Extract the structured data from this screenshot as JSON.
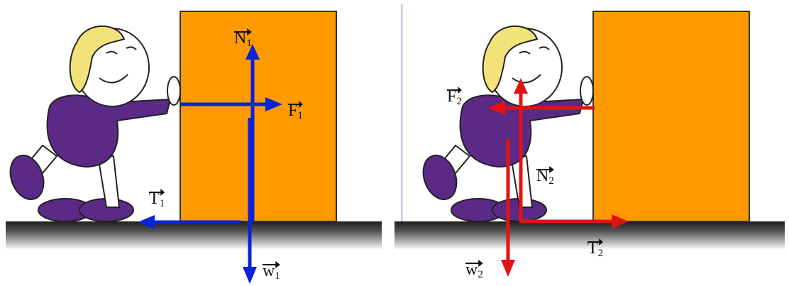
{
  "left": {
    "labels": {
      "N": {
        "sym": "N",
        "sub": "1"
      },
      "F": {
        "sym": "F",
        "sub": "1"
      },
      "T": {
        "sym": "T",
        "sub": "1"
      },
      "W": {
        "sym": "w",
        "sub": "1"
      }
    }
  },
  "right": {
    "labels": {
      "F": {
        "sym": "F",
        "sub": "2"
      },
      "N": {
        "sym": "N",
        "sub": "2"
      },
      "T": {
        "sym": "T",
        "sub": "2"
      },
      "W": {
        "sym": "w",
        "sub": "2"
      }
    }
  },
  "colors": {
    "box": "#ff9900",
    "force_left": "#0a23d6",
    "force_right": "#e31212",
    "dress": "#5b2a86",
    "hair": "#f2e27a",
    "ground": "#2a2a2a"
  }
}
